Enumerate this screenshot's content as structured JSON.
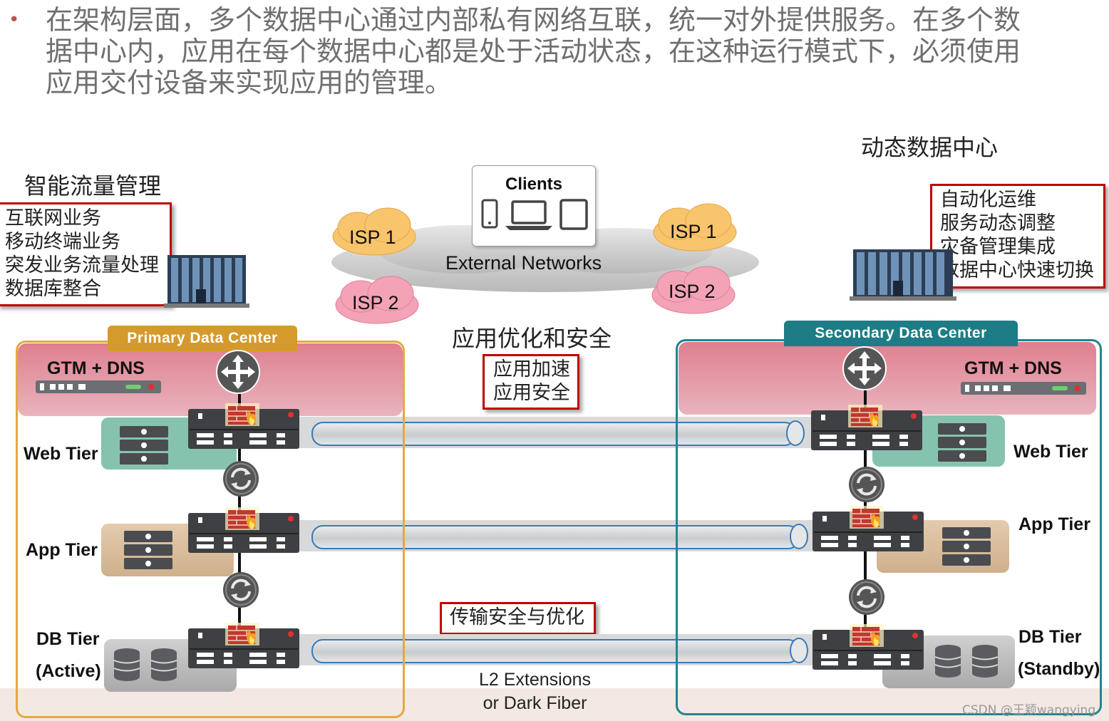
{
  "intro": {
    "bullet": "•",
    "lines": [
      "在架构层面，多个数据中心通过内部私有网络互联，统一对外提供服务。在多个数",
      "据中心内，应用在每个数据中心都是处于活动状态，在这种运行模式下，必须使用",
      "应用交付设备来实现应用的管理。"
    ]
  },
  "left_heading": "智能流量管理",
  "left_box": [
    "互联网业务",
    "移动终端业务",
    "突发业务流量处理",
    "数据库整合"
  ],
  "right_heading": "动态数据中心",
  "right_box": [
    "自动化运维",
    "服务动态调整",
    "灾备管理集成",
    "数据中心快速切换"
  ],
  "clients_label": "Clients",
  "external_networks": "External Networks",
  "isp": {
    "left_1": "ISP 1",
    "left_2": "ISP 2",
    "right_1": "ISP 1",
    "right_2": "ISP 2"
  },
  "center_heading": "应用优化和安全",
  "center_box": [
    "应用加速",
    "应用安全"
  ],
  "transport_box": "传输安全与优化",
  "l2_label": [
    "L2 Extensions",
    "or Dark Fiber"
  ],
  "primary": {
    "title": "Primary Data Center",
    "gtm": "GTM + DNS",
    "web": "Web Tier",
    "app": "App Tier",
    "db": "DB Tier",
    "db_state": "(Active)"
  },
  "secondary": {
    "title": "Secondary Data Center",
    "gtm": "GTM + DNS",
    "web": "Web Tier",
    "app": "App Tier",
    "db": "DB Tier",
    "db_state": "(Standby)"
  },
  "watermark": "CSDN @王颖wangying",
  "colors": {
    "primary_frame": "#e4a93f",
    "primary_tag": "#d49a2c",
    "secondary_frame": "#20858f",
    "secondary_tag": "#1d7c86",
    "red_box": "#c00000",
    "web_tier": "#86c3ae",
    "app_tier": "#d4b896",
    "db_tier": "#bcbcbc",
    "fiber_outline": "#3b79b6"
  }
}
